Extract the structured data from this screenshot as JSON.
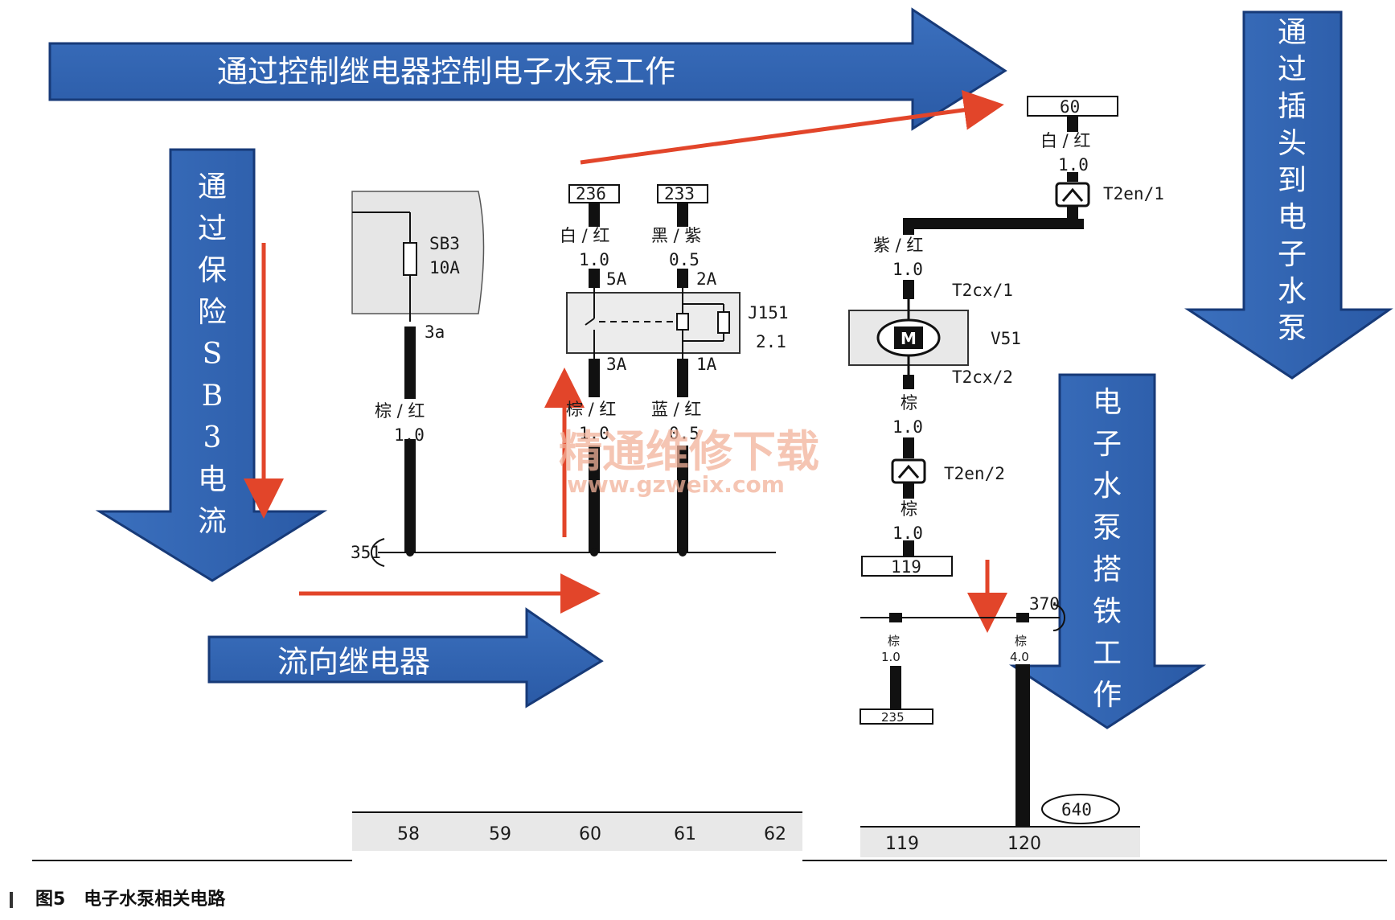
{
  "arrows": {
    "top": "通过控制继电器控制电子水泵工作",
    "left": [
      "通",
      "过",
      "保",
      "险",
      "S",
      "B",
      "3",
      "电",
      "流"
    ],
    "bottom": "流向继电器",
    "right_top": [
      "通",
      "过",
      "插",
      "头",
      "到",
      "电",
      "子",
      "水",
      "泵"
    ],
    "right_bottom": [
      "电",
      "子",
      "水",
      "泵",
      "搭",
      "铁",
      "工",
      "作"
    ]
  },
  "fuse": {
    "name": "SB3",
    "rating": "10A",
    "pin": "3a",
    "wire_color": "棕 / 红",
    "wire_size": "1.0",
    "ground": "351"
  },
  "relay": {
    "name": "J151",
    "value": "2.1",
    "left_top_ref": "236",
    "right_top_ref": "233",
    "left_top_color": "白 / 红",
    "left_top_size": "1.0",
    "right_top_color": "黑 / 紫",
    "right_top_size": "0.5",
    "pin_5a": "5A",
    "pin_2a": "2A",
    "pin_3a": "3A",
    "pin_1a": "1A",
    "left_bot_color": "棕 / 红",
    "left_bot_size": "1.0",
    "right_bot_color": "蓝 / 红",
    "right_bot_size": "0.5"
  },
  "pump": {
    "ref_top": "60",
    "top_color": "白 / 红",
    "top_size": "1.0",
    "conn1": "T2en/1",
    "mid_color": "紫 / 红",
    "mid_size": "1.0",
    "pin1": "T2cx/1",
    "motor": "M",
    "name": "V51",
    "pin2": "T2cx/2",
    "lower_color": "棕",
    "lower_size": "1.0",
    "conn2": "T2en/2",
    "bottom_color": "棕",
    "bottom_size": "1.0",
    "ref_bottom": "119"
  },
  "ground": {
    "node": "370",
    "left_color": "棕",
    "left_size": "1.0",
    "left_ref": "235",
    "right_color": "棕",
    "right_size": "4.0",
    "ground_point": "640"
  },
  "columns": {
    "left": [
      "58",
      "59",
      "60",
      "61",
      "62"
    ],
    "right": [
      "119",
      "120"
    ]
  },
  "watermark": {
    "line1": "精通维修下载",
    "line2": "www.gzweix.com"
  },
  "caption": {
    "figure": "图5",
    "title": "电子水泵相关电路"
  },
  "colors": {
    "arrow_fill": "#2e62b0",
    "arrow_edge": "#173a78",
    "red_arrow": "#e2452a",
    "wire": "#111111",
    "panel": "#e8e8e8"
  }
}
